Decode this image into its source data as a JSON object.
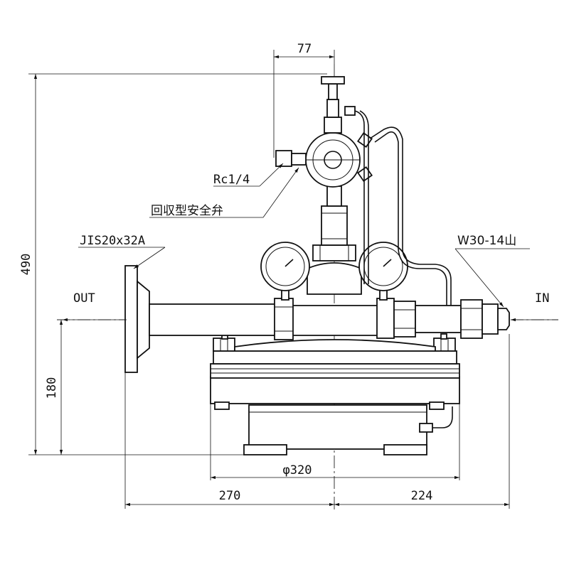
{
  "labels": {
    "dim_top": "77",
    "dim_height": "490",
    "dim_center_height": "180",
    "dim_diameter": "φ320",
    "dim_left": "270",
    "dim_right": "224",
    "rc": "Rc1/4",
    "safety_valve": "回収型安全弁",
    "flange": "JIS20x32A",
    "thread": "W30-14山",
    "out": "OUT",
    "in": "IN"
  }
}
